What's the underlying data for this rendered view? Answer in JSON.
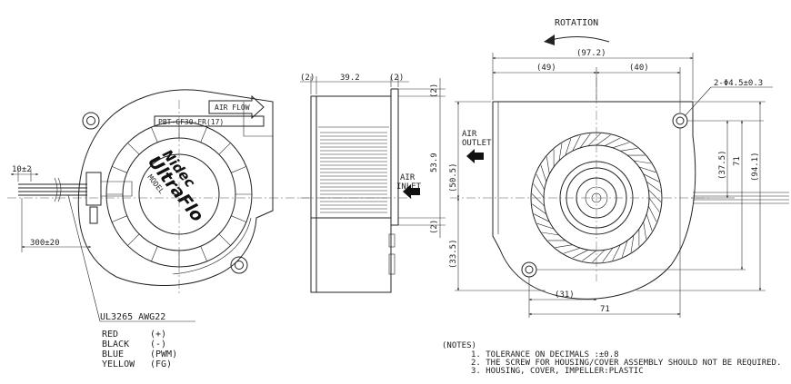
{
  "top": {
    "rotation": "ROTATION"
  },
  "front": {
    "air_flow": "AIR FLOW",
    "model": "PBT-GF30-FR(17)",
    "model_word": "MODEL",
    "logo": "Nidec",
    "brand": "UltraFlo",
    "dim_lead_strip": "10±2",
    "dim_lead_len": "300±20"
  },
  "wire": {
    "spec": "UL3265 AWG22",
    "colors": [
      {
        "color": "RED",
        "signal": "(+)"
      },
      {
        "color": "BLACK",
        "signal": "(-)"
      },
      {
        "color": "BLUE",
        "signal": "(PWM)"
      },
      {
        "color": "YELLOW",
        "signal": "(FG)"
      }
    ]
  },
  "side": {
    "dim_left": "(2)",
    "dim_width": "39.2",
    "dim_right": "(2)",
    "dim_top": "(2)",
    "dim_height": "53.9",
    "dim_bottom": "(2)",
    "air_inlet": [
      "AIR",
      "INLET"
    ]
  },
  "back": {
    "dim_total": "(97.2)",
    "dim_left": "(49)",
    "dim_right": "(40)",
    "hole": "2-Φ4.5±0.3",
    "dim_37": "(37.5)",
    "dim_71v": "71",
    "dim_94": "(94.1)",
    "dim_505": "(50.5)",
    "dim_335": "(33.5)",
    "dim_31": "(31)",
    "dim_71h": "71",
    "air_outlet": [
      "AIR",
      "OUTLET"
    ]
  },
  "notes": {
    "title": "(NOTES)",
    "items": [
      "1. TOLERANCE ON DECIMALS :±0.8",
      "2. THE SCREW FOR HOUSING/COVER ASSEMBLY SHOULD NOT BE REQUIRED.",
      "3. HOUSING, COVER, IMPELLER:PLASTIC"
    ]
  }
}
